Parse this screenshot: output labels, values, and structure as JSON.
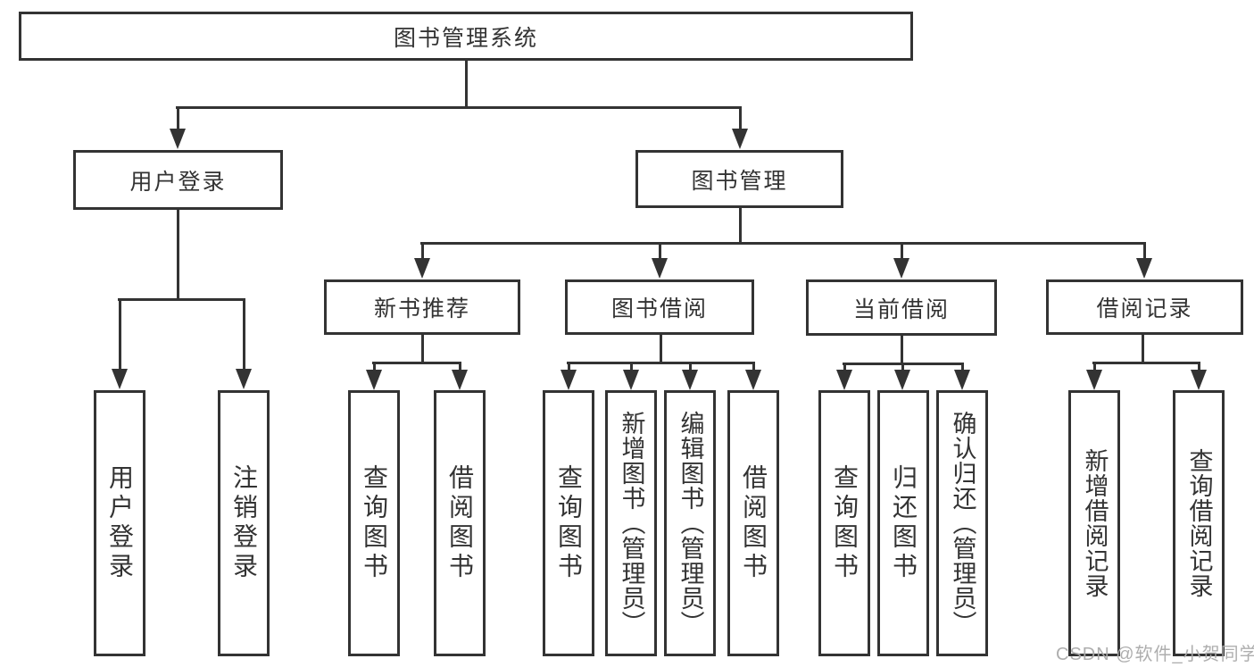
{
  "diagram": {
    "root": {
      "label": "图书管理系统"
    },
    "level2": [
      {
        "label": "用户登录"
      },
      {
        "label": "图书管理"
      }
    ],
    "level3": [
      {
        "label": "新书推荐",
        "parent": "图书管理"
      },
      {
        "label": "图书借阅",
        "parent": "图书管理"
      },
      {
        "label": "当前借阅",
        "parent": "图书管理"
      },
      {
        "label": "借阅记录",
        "parent": "图书管理"
      }
    ],
    "leaves": [
      {
        "label": "用户登录",
        "parent": "用户登录"
      },
      {
        "label": "注销登录",
        "parent": "用户登录"
      },
      {
        "label": "查询图书",
        "parent": "新书推荐"
      },
      {
        "label": "借阅图书",
        "parent": "新书推荐"
      },
      {
        "label": "查询图书",
        "parent": "图书借阅"
      },
      {
        "label": "新增图书（管理员）",
        "parent": "图书借阅"
      },
      {
        "label": "编辑图书（管理员）",
        "parent": "图书借阅"
      },
      {
        "label": "借阅图书",
        "parent": "图书借阅"
      },
      {
        "label": "查询图书",
        "parent": "当前借阅"
      },
      {
        "label": "归还图书",
        "parent": "当前借阅"
      },
      {
        "label": "确认归还（管理员）",
        "parent": "当前借阅"
      },
      {
        "label": "新增借阅记录",
        "parent": "借阅记录"
      },
      {
        "label": "查询借阅记录",
        "parent": "借阅记录"
      }
    ]
  },
  "watermark": {
    "text": "CSDN @软件_小贺同学",
    "color": "#aaaaaa"
  },
  "colors": {
    "line": "#333333",
    "text": "#333333",
    "background": "#ffffff"
  }
}
